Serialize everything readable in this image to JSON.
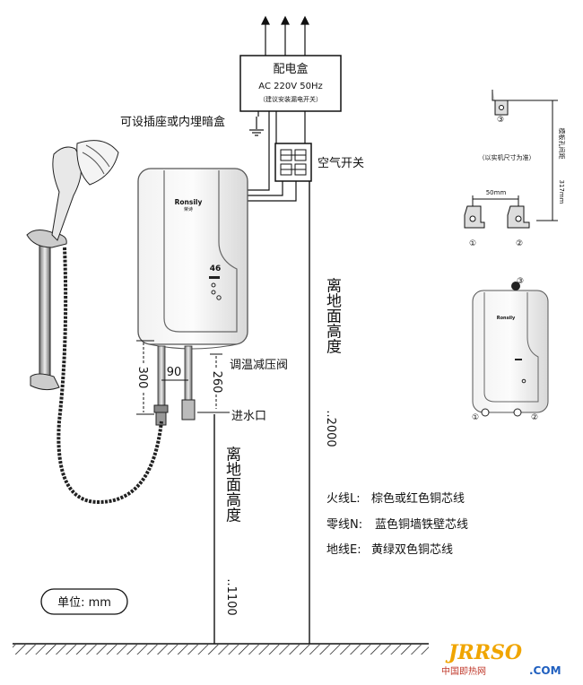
{
  "distribution_box": {
    "title": "配电盒",
    "spec": "AC  220V  50Hz",
    "note": "（建议安装漏电开关）"
  },
  "socket_label": "可设插座或内埋暗盒",
  "air_switch_label": "空气开关",
  "brand": {
    "name": "Ronsily",
    "sub": "荣诗",
    "display_temp": "46"
  },
  "valve_label": "调温减压阀",
  "inlet_label": "进水口",
  "dims": {
    "d300": "300",
    "d90": "90",
    "d260": "260"
  },
  "height_2000": {
    "text": "离地面高度",
    "value": "..2000"
  },
  "height_1100": {
    "text": "离地面高度",
    "value": "..1100"
  },
  "wiring": [
    {
      "label": "火线L:",
      "desc": "棕色或红色铜芯线"
    },
    {
      "label": "零线N:",
      "desc": "蓝色铜墙铁壁芯线"
    },
    {
      "label": "地线E:",
      "desc": "黄绿双色铜芯线"
    }
  ],
  "unit_label": "单位: mm",
  "bracket": {
    "note": "（以实机尺寸为准）",
    "spacing": "50mm",
    "vertical_label": "模板孔间距",
    "vertical_value": "317mm",
    "markers": [
      "①",
      "②",
      "③"
    ]
  },
  "watermark": {
    "logo": "JRRSO",
    "sub": "中国即热网",
    "domain": ".COM"
  }
}
